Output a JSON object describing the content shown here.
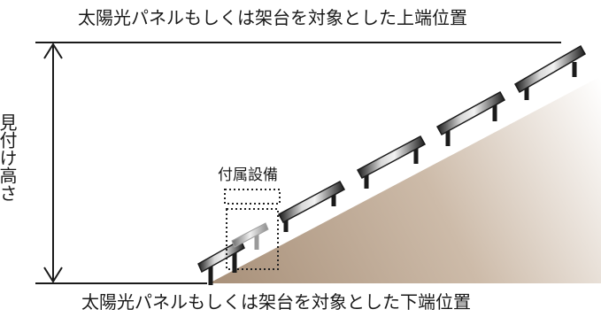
{
  "labels": {
    "top": "太陽光パネルもしくは架台を対象とした上端位置",
    "bottom": "太陽光パネルもしくは架台を対象とした下端位置",
    "height": "見付け高さ",
    "accessory": "付属設備"
  },
  "colors": {
    "ground_dark": "#a78f78",
    "ground_light": "#ffffff",
    "panel_dark": "#1a1a1a",
    "panel_light": "#e6e6e6",
    "line": "#1a1a1a",
    "dotted": "#222222"
  }
}
